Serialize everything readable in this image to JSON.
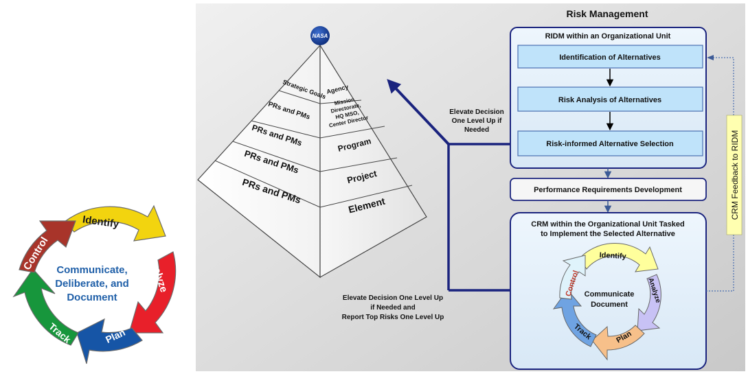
{
  "left_cycle": {
    "center_lines": [
      "Communicate,",
      "Deliberate, and",
      "Document"
    ],
    "segments": {
      "identify": "Identify",
      "analyze": "Analyze",
      "plan": "Plan",
      "track": "Track",
      "control": "Control"
    },
    "colors": {
      "identify": "#f2d40f",
      "analyze": "#e8202a",
      "plan": "#1655a6",
      "track": "#17963c",
      "control": "#a8342a",
      "center_text": "#1f5fa8"
    }
  },
  "pyramid": {
    "logo_text": "NASA",
    "left_labels": [
      "Strategic Goals",
      "PRs and PMs",
      "PRs and PMs",
      "PRs and PMs",
      "PRs and PMs"
    ],
    "right_labels": {
      "agency": "Agency",
      "mission": [
        "Mission",
        "Directorate,",
        "HQ MSO,",
        "Center Director"
      ],
      "program": "Program",
      "project": "Project",
      "element": "Element"
    }
  },
  "risk_management": {
    "title": "Risk Management",
    "ridm": {
      "title": "RIDM within an Organizational Unit",
      "steps": [
        "Identification of Alternatives",
        "Risk Analysis of Alternatives",
        "Risk-informed Alternative Selection"
      ]
    },
    "performance_box": "Performance Requirements Development",
    "crm": {
      "title_lines": [
        "CRM within the Organizational Unit Tasked",
        "to Implement the Selected Alternative"
      ],
      "center_lines": [
        "Communicate",
        "Document"
      ],
      "segments": {
        "identify": "Identify",
        "analyze": "Analyze",
        "plan": "Plan",
        "track": "Track",
        "control": "Control"
      }
    },
    "feedback_label": "CRM Feedback to RIDM",
    "elevate_upper": [
      "Elevate Decision",
      "One Level Up if",
      "Needed"
    ],
    "elevate_lower": [
      "Elevate Decision One Level Up",
      "if Needed and",
      "Report Top Risks One Level Up"
    ]
  }
}
